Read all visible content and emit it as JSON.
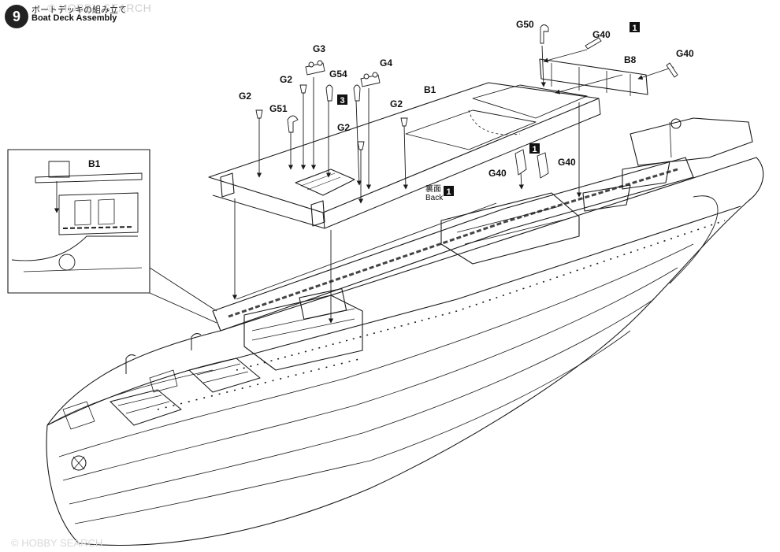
{
  "step": {
    "number": "9",
    "title_jp": "ボートデッキの組み立て",
    "title_en": "Boat Deck Assembly"
  },
  "watermark": {
    "top": "© HOBBY SEARCH",
    "bottom": "© HOBBY SEARCH"
  },
  "parts": {
    "g50": "G50",
    "g40_top": "G40",
    "g40_right": "G40",
    "b8": "B8",
    "g3": "G3",
    "g4": "G4",
    "g54": "G54",
    "g2_left": "G2",
    "g2_left2": "G2",
    "g2_center": "G2",
    "g2_mid": "G2",
    "g51": "G51",
    "b1": "B1",
    "g40_mid_left": "G40",
    "g40_mid_right": "G40",
    "b1_inset": "B1"
  },
  "callouts": {
    "c1_top": "1",
    "c3": "3",
    "c1_mid": "1",
    "c1_back": "1"
  },
  "notes": {
    "back_jp": "裏面",
    "back_en": "Back"
  },
  "colors": {
    "line": "#1a1a1a",
    "badge": "#222222"
  }
}
